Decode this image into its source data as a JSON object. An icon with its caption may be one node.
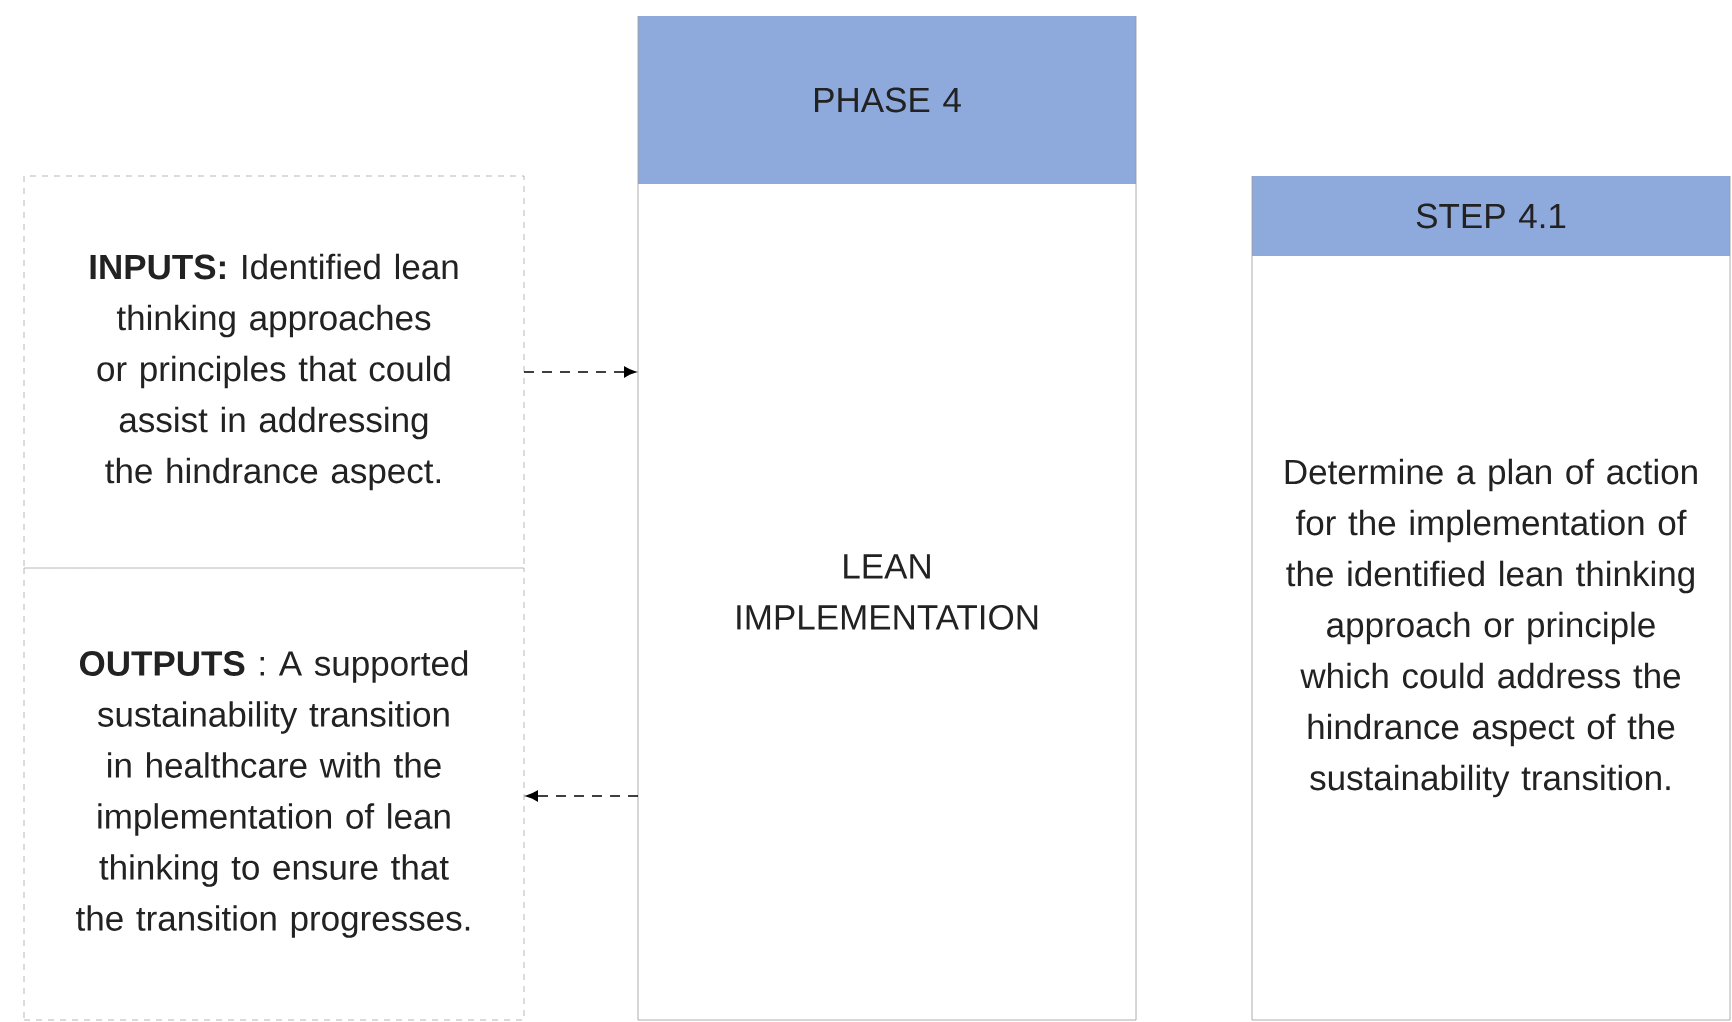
{
  "diagram": {
    "nodes": [
      {
        "text": [
          "**INPUTS:** Identified lean thinking approaches or principles that could assist in addressing the hindrance aspect."
        ]
      },
      {
        "text": [
          "**OUTPUTS** : A supported sustainability transition in healthcare with the implementation of lean thinking to ensure that the transition progresses."
        ]
      },
      {
        "text": [
          "PHASE 4",
          "LEAN IMPLEMENTATION"
        ]
      },
      {
        "text": [
          "STEP 4.1",
          "Determine a plan of action for the implementation of the identified lean thinking approach or principle which could address the hindrance aspect of the sustainability transition."
        ]
      }
    ],
    "edges": [
      {
        "from": 0,
        "to": 2,
        "arrow": "to",
        "style": "dashed"
      },
      {
        "from": 2,
        "to": 1,
        "arrow": "to",
        "style": "dashed"
      }
    ]
  }
}
